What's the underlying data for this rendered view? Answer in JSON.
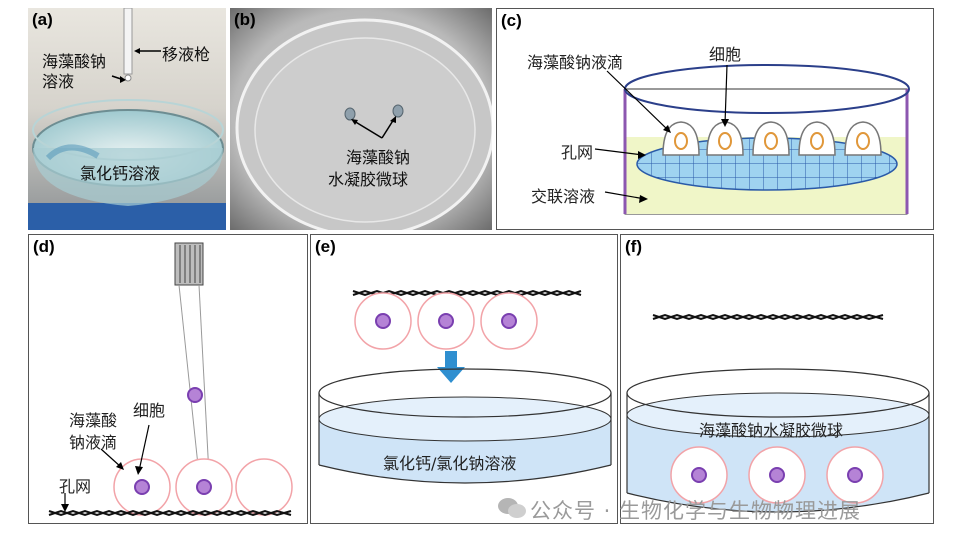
{
  "panels": {
    "a": {
      "label": "(a)",
      "sodium_alginate": "海藻酸钠",
      "solution": "溶液",
      "pipette": "移液枪",
      "calcium_chloride": "氯化钙溶液"
    },
    "b": {
      "label": "(b)",
      "line1": "海藻酸钠",
      "line2": "水凝胶微球"
    },
    "c": {
      "label": "(c)",
      "droplet": "海藻酸钠液滴",
      "cell": "细胞",
      "mesh": "孔网",
      "crosslink": "交联溶液"
    },
    "d": {
      "label": "(d)",
      "drop_line1": "海藻酸",
      "drop_line2": "钠液滴",
      "cell": "细胞",
      "mesh": "孔网"
    },
    "e": {
      "label": "(e)",
      "solution": "氯化钙/氯化钠溶液"
    },
    "f": {
      "label": "(f)",
      "beads": "海藻酸钠水凝胶微球"
    }
  },
  "watermark": {
    "text": "公众号 · 生物化学与生物物理进展"
  },
  "colors": {
    "cell_fill": "#b583d6",
    "cell_ring": "#7a3fb0",
    "droplet_edge": "#f2a3a8",
    "liquid": "#cfe4f7",
    "arrow": "#2f8fd0"
  }
}
